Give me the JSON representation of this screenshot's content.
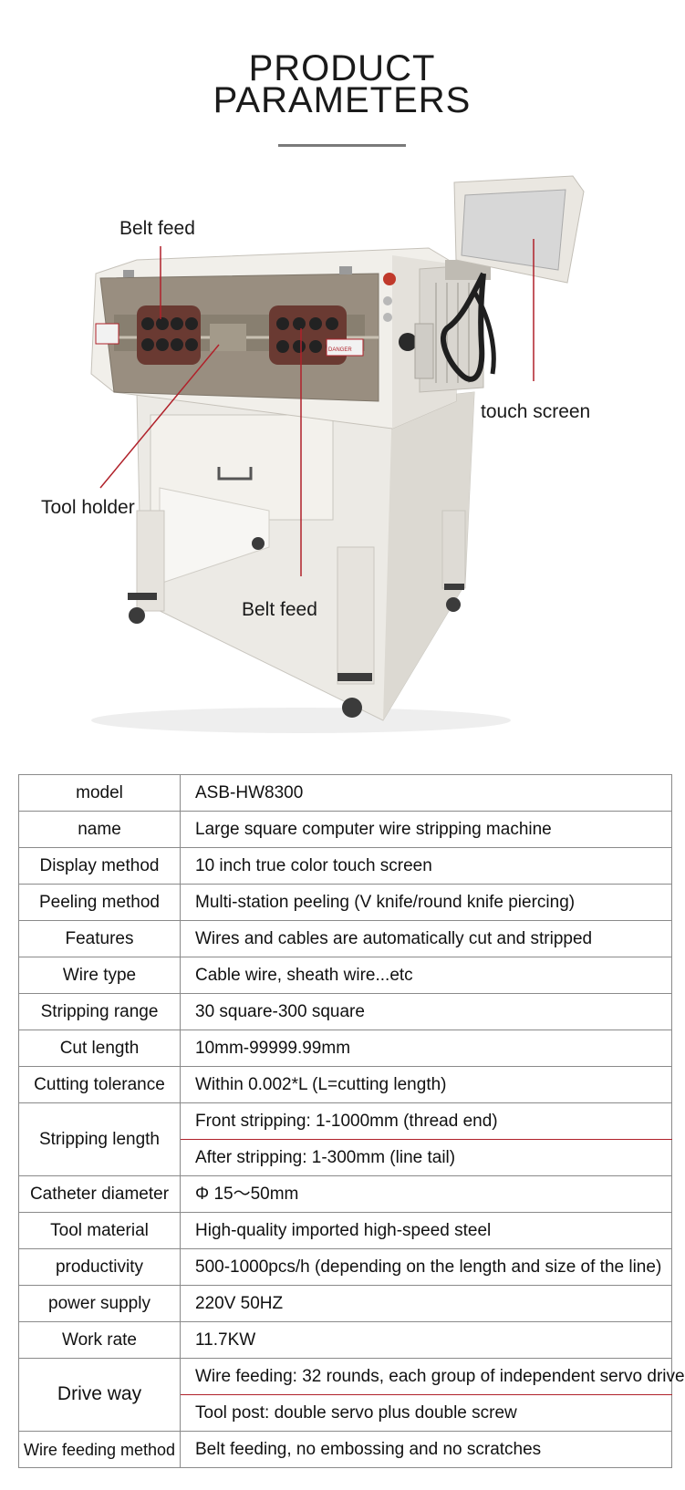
{
  "heading": {
    "line1": "PRODUCT",
    "line2": "PARAMETERS"
  },
  "callouts": {
    "belt_feed_top": "Belt feed",
    "touch_screen": "touch screen",
    "tool_holder": "Tool holder",
    "belt_feed_bottom": "Belt feed"
  },
  "machine_labels": {
    "danger": "DANGER"
  },
  "accent_color": "#b0212a",
  "params": {
    "model": {
      "key": "model",
      "value": "ASB-HW8300"
    },
    "name": {
      "key": "name",
      "value": "Large square computer wire stripping machine"
    },
    "display": {
      "key": "Display method",
      "value": "10 inch true color touch screen"
    },
    "peeling": {
      "key": "Peeling method",
      "value": "Multi-station peeling (V knife/round knife piercing)"
    },
    "features": {
      "key": "Features",
      "value": "Wires and cables are automatically cut and stripped"
    },
    "wire_type": {
      "key": "Wire type",
      "value": "Cable wire, sheath wire...etc"
    },
    "strip_range": {
      "key": "Stripping range",
      "value": "30 square-300 square"
    },
    "cut_length": {
      "key": "Cut length",
      "value": "10mm-99999.99mm"
    },
    "tolerance": {
      "key": "Cutting tolerance",
      "value": "Within 0.002*L (L=cutting length)"
    },
    "strip_length": {
      "key": "Stripping length",
      "front": "Front stripping: 1-1000mm (thread end)",
      "after": "After stripping: 1-300mm (line tail)"
    },
    "catheter": {
      "key": "Catheter diameter",
      "value": "Φ 15～50mm"
    },
    "tool_mat": {
      "key": "Tool material",
      "value": "High-quality imported high-speed steel"
    },
    "productivity": {
      "key": "productivity",
      "value": "500-1000pcs/h (depending on the length and size of the line)"
    },
    "power": {
      "key": "power supply",
      "value": "220V 50HZ"
    },
    "work_rate": {
      "key": "Work rate",
      "value": "11.7KW"
    },
    "drive_way": {
      "key": "Drive way",
      "feeding": "Wire feeding: 32 rounds, each group of independent servo drive",
      "tool_post": "Tool post: double servo plus double screw"
    },
    "wire_feed": {
      "key": "Wire feeding method",
      "value": "Belt feeding, no embossing and no scratches"
    }
  }
}
